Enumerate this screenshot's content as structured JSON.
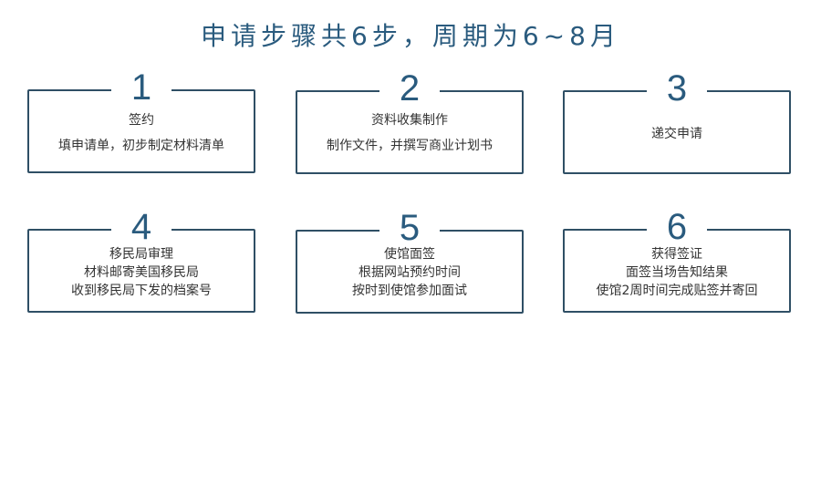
{
  "title": "申请步骤共6步，周期为6~8月",
  "steps": [
    {
      "number": "1",
      "lines": [
        "签约",
        "填申请单，初步制定材料清单"
      ]
    },
    {
      "number": "2",
      "lines": [
        "资料收集制作",
        "制作文件，并撰写商业计划书"
      ]
    },
    {
      "number": "3",
      "lines": [
        "递交申请"
      ]
    },
    {
      "number": "4",
      "lines": [
        "移民局审理",
        "材料邮寄美国移民局",
        "收到移民局下发的档案号"
      ]
    },
    {
      "number": "5",
      "lines": [
        "使馆面签",
        "根据网站预约时间",
        "按时到使馆参加面试"
      ]
    },
    {
      "number": "6",
      "lines": [
        "获得签证",
        "面签当场告知结果",
        "使馆2周时间完成贴签并寄回"
      ]
    }
  ]
}
